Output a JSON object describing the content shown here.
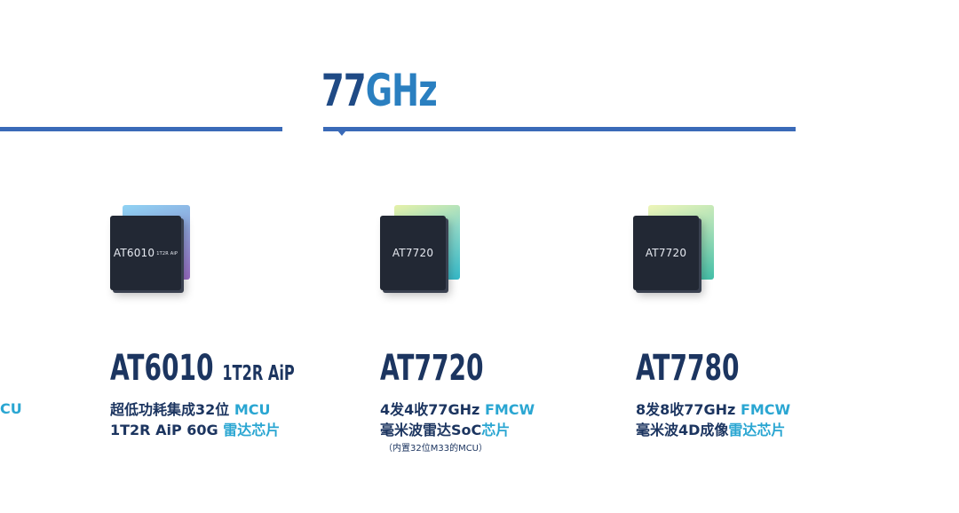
{
  "header": {
    "title_main": "77",
    "title_accent": "GHz"
  },
  "edge_text": "CU",
  "products": [
    {
      "chip_label": "AT6010",
      "chip_label_small": "1T2R AiP",
      "model": "AT6010",
      "model_suffix": "1T2R AiP",
      "line1_main": "超低功耗集成32位 ",
      "line1_hl": "MCU",
      "line2_main": "1T2R   AiP  60G  ",
      "line2_hl": "雷达芯片"
    },
    {
      "chip_label": "AT7720",
      "model": "AT7720",
      "line1_main": "4发4收77GHz ",
      "line1_hl": "FMCW",
      "line2_main": "毫米波雷达SoC",
      "line2_hl": "芯片",
      "note": "（内置32位M33的MCU）"
    },
    {
      "chip_label": "AT7720",
      "model": "AT7780",
      "line1_main": "8发8收77GHz ",
      "line1_hl": "FMCW",
      "line2_main": "毫米波4D成像",
      "line2_hl": "雷达芯片"
    }
  ],
  "colors": {
    "accent_line": "#3a6ab8",
    "text_dark": "#1c3560",
    "highlight": "#2aa6d2"
  }
}
